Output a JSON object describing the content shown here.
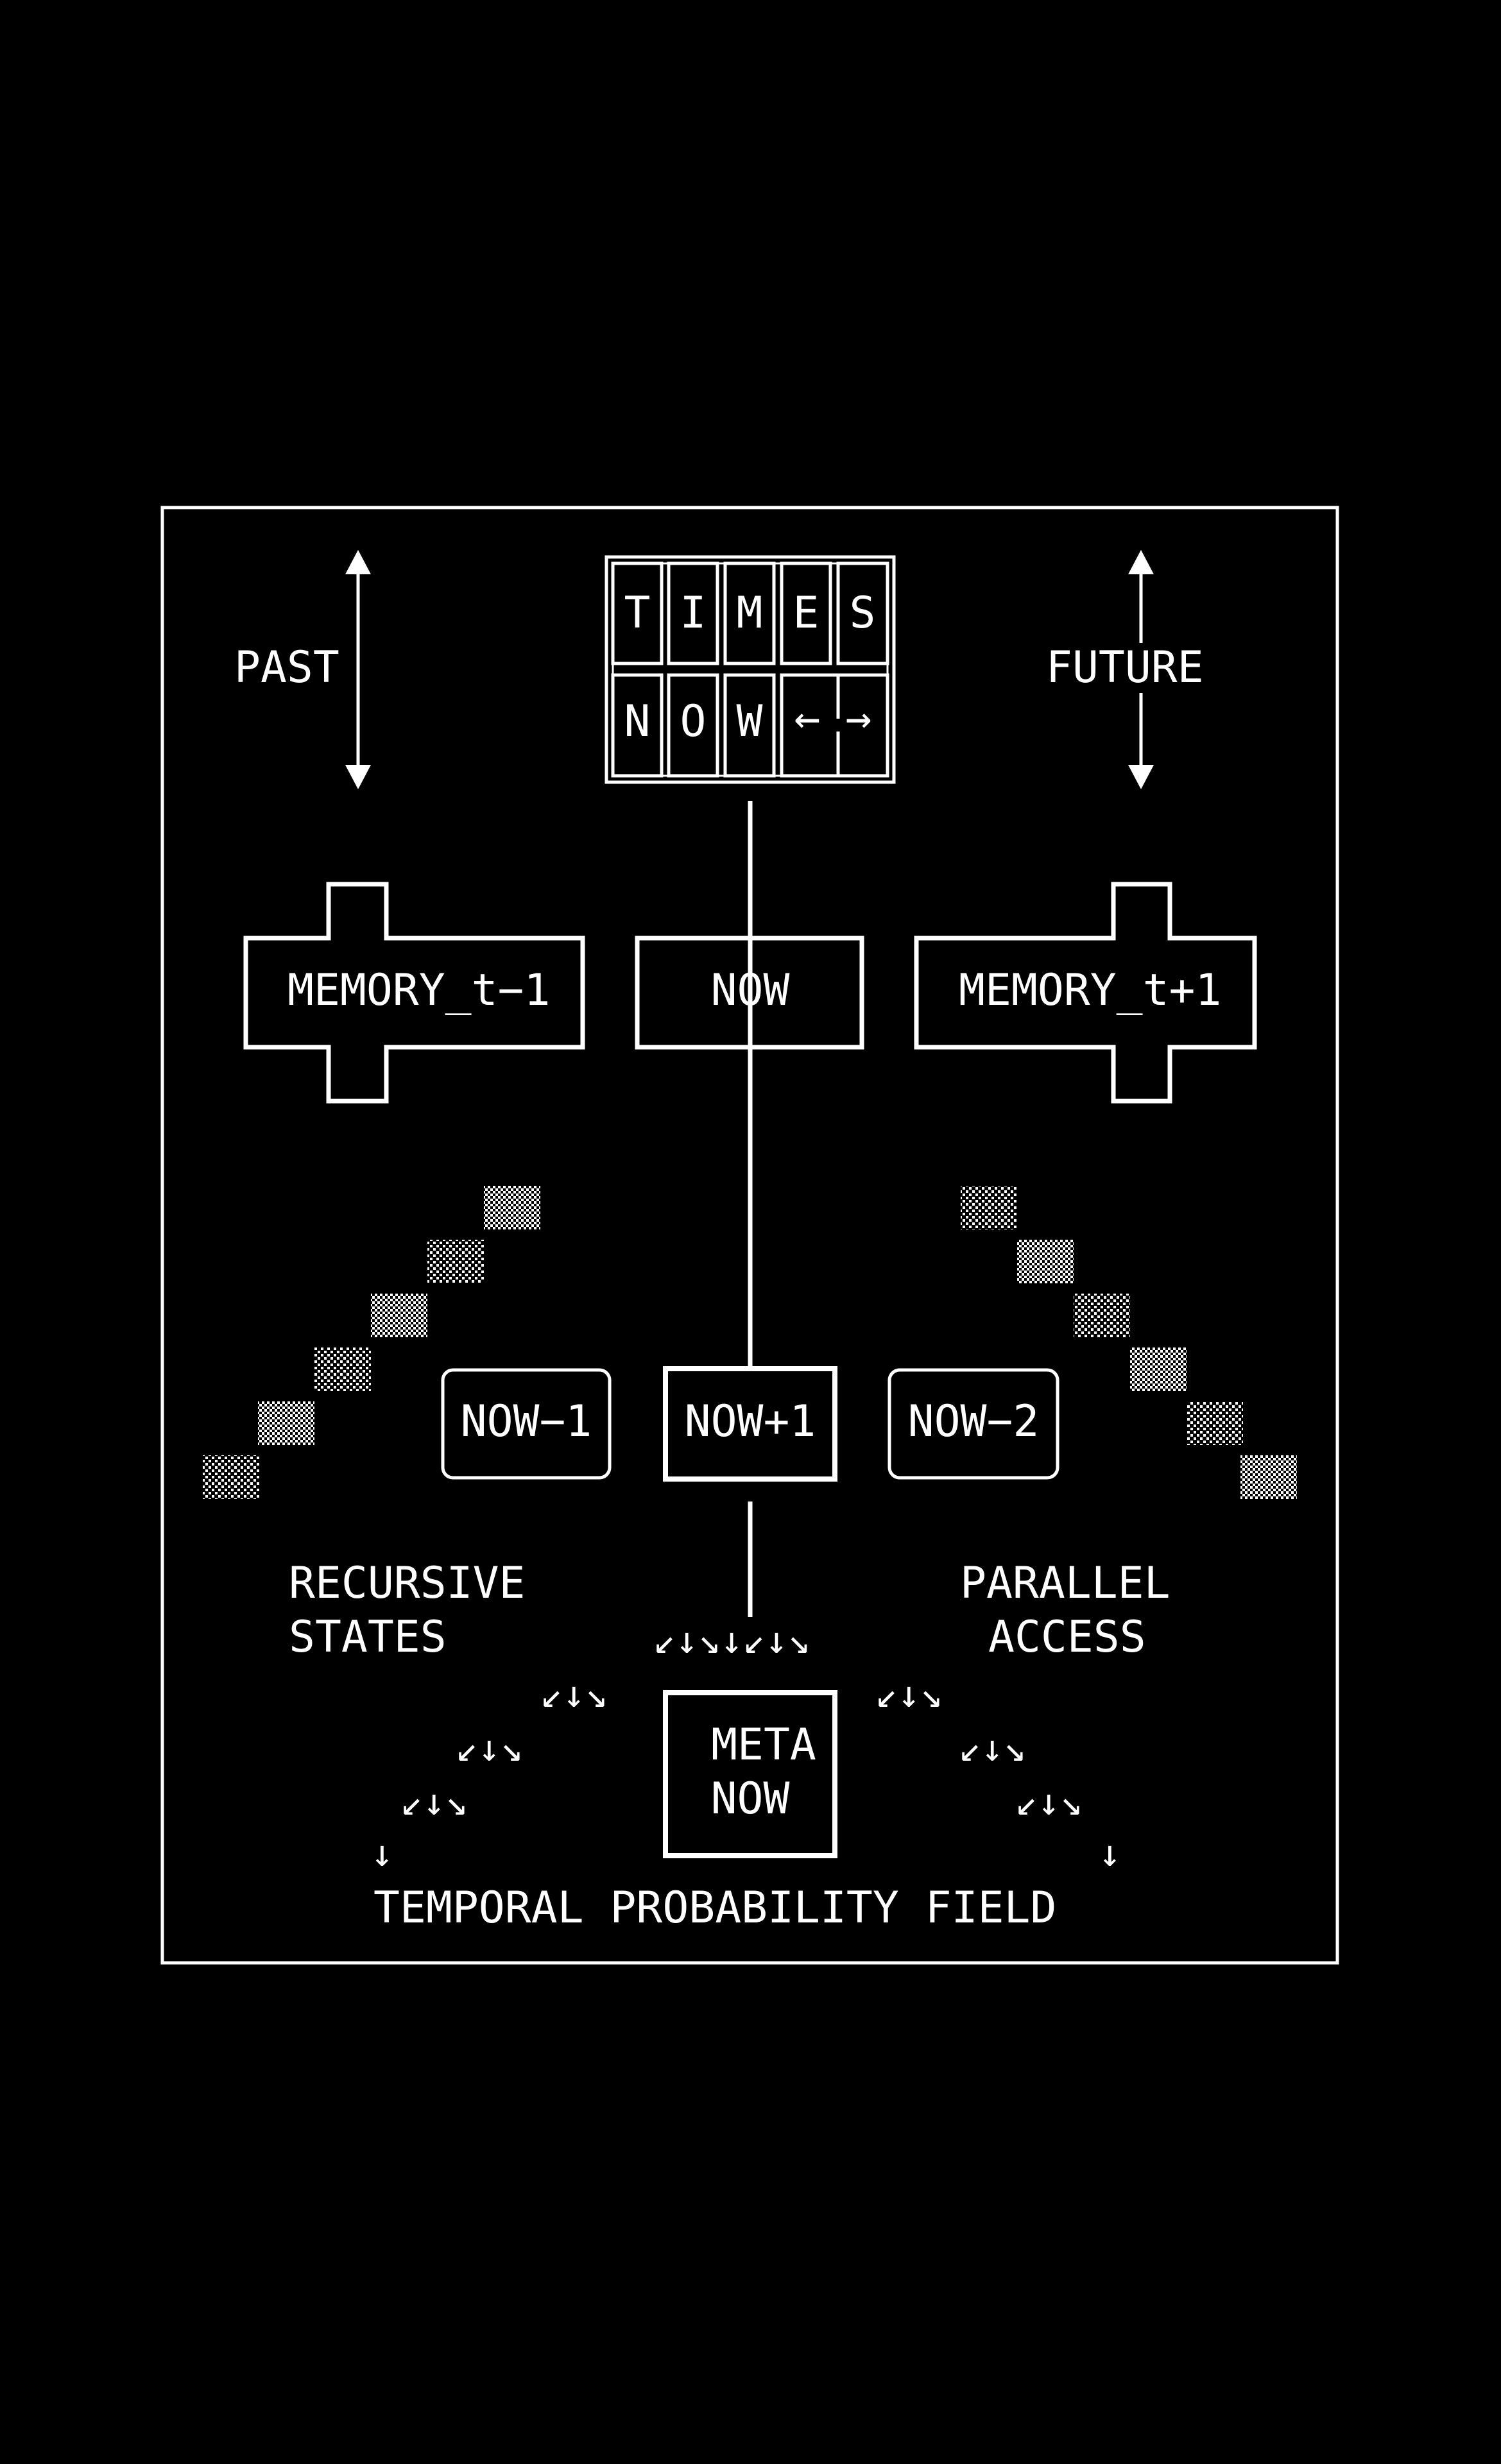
{
  "colors": {
    "background": "#000000",
    "foreground": "#ffffff"
  },
  "title_grid": {
    "row1": [
      "T",
      "I",
      "M",
      "E",
      "S"
    ],
    "row2": [
      "N",
      "O",
      "W",
      "←",
      "→"
    ]
  },
  "labels": {
    "past": "PAST",
    "future": "FUTURE",
    "memory_past": "MEMORY_t−1",
    "now": "NOW",
    "memory_future": "MEMORY_t+1",
    "now_minus_1": "NOW−1",
    "now_plus_1": "NOW+1",
    "now_minus_2": "NOW−2",
    "recursive_1": "RECURSIVE",
    "recursive_2": "STATES",
    "parallel_1": "PARALLEL",
    "parallel_2": "ACCESS",
    "meta_1": "META",
    "meta_2": "NOW",
    "field": "TEMPORAL PROBABILITY FIELD"
  },
  "arrow_glyphs": {
    "center_row": "↙↓↘↓↙↓↘",
    "left_1": "↙↓↘",
    "left_2": "↙↓↘",
    "left_3": "↙↓↘",
    "left_4": "↓",
    "right_1": "↙↓↘",
    "right_2": "↙↓↘",
    "right_3": "↙↓↘",
    "right_4": "↓"
  },
  "icons": [
    "double-arrow-vertical-icon",
    "dither-block-icon"
  ]
}
